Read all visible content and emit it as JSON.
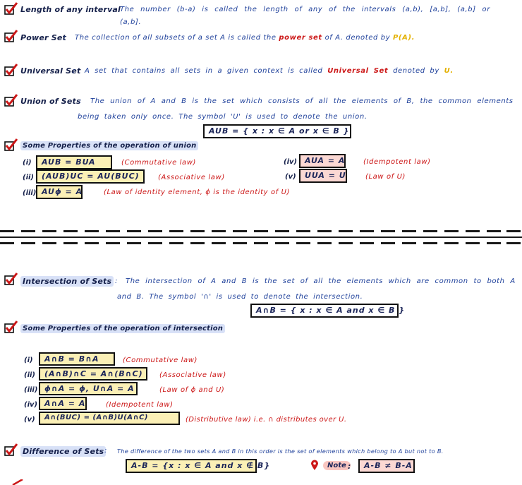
{
  "length": {
    "term": "Length of any interval",
    "colon": ":",
    "line1": "The number (b-a) is called the length of any of the intervals (a,b), [a,b], (a,b] or",
    "line2": "(a,b]."
  },
  "power": {
    "term": "Power Set",
    "colon": ":",
    "text_before": "The collection of all subsets of a set A is called the",
    "emph": "power set",
    "text_after": "of A. denoted by",
    "symbol": "P(A)."
  },
  "universal": {
    "term": "Universal Set",
    "colon": ":",
    "text_before": "A set that contains all sets in a given context is called",
    "emph": "Universal Set",
    "text_after": "denoted by",
    "symbol": "U."
  },
  "union": {
    "term": "Union of Sets",
    "colon": ":",
    "line1": "The union of A and B is the set which consists of all the elements of B, the common elements",
    "line2": "being taken only once. The symbol 'U' is used to denote the union.",
    "formula": "AUB = { x : x ∈ A or x ∈ B }"
  },
  "union_props": {
    "heading": "Some Properties of the operation of union",
    "items": [
      {
        "num": "(i)",
        "formula": "AUB = BUA",
        "law": "(Commutative law)"
      },
      {
        "num": "(ii)",
        "formula": "(AUB)UC = AU(BUC)",
        "law": "(Associative law)"
      },
      {
        "num": "(iii)",
        "formula": "AUϕ = A",
        "law": "(Law of identity element, ϕ is the identity of U)"
      },
      {
        "num": "(iv)",
        "formula": "AUA = A",
        "law": "(Idempotent law)"
      },
      {
        "num": "(v)",
        "formula": "UUA = U",
        "law": "(Law of U)"
      }
    ]
  },
  "intersection": {
    "term": "Intersection of Sets",
    "colon": ":",
    "line1": "The intersection of A and B is the set of all the elements which are common to both A",
    "line2": "and B. The symbol '∩' is used to denote the intersection.",
    "formula": "A∩B = { x : x ∈ A and x ∈ B }"
  },
  "intersection_props": {
    "heading": "Some Properties of the operation of intersection",
    "items": [
      {
        "num": "(i)",
        "formula": "A∩B = B∩A",
        "law": "(Commutative law)"
      },
      {
        "num": "(ii)",
        "formula": "(A∩B)∩C = A∩(B∩C)",
        "law": "(Associative law)"
      },
      {
        "num": "(iii)",
        "formula": "ϕ∩A = ϕ, U∩A = A",
        "law": "(Law of ϕ and U)"
      },
      {
        "num": "(iv)",
        "formula": "A∩A = A",
        "law": "(Idempotent law)"
      },
      {
        "num": "(v)",
        "formula": "A∩(BUC) = (A∩B)U(A∩C)",
        "law": "(Distributive law) i.e. ∩ distributes over U."
      }
    ]
  },
  "difference": {
    "term": "Difference of Sets",
    "colon": ":",
    "text": "The difference of the two sets A and B in this order is the set of elements which belong to A but not to B.",
    "formula": "A-B = {x : x ∈ A and x ∉ B}",
    "note_label": "Note",
    "note_colon": ":",
    "note_formula": "A-B ≠ B-A"
  },
  "colors": {
    "term": "#15204a",
    "text": "#1d3f9a",
    "emphasis": "#cc1717",
    "highlight": "#d8e1f7",
    "box_yellow": "#fbf0b6",
    "box_pink": "#fbd8d3",
    "check": "#cc1717"
  }
}
